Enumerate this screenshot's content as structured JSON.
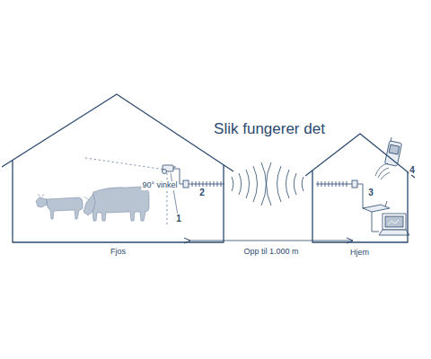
{
  "diagram": {
    "title": "Slik fungerer det",
    "nodes": [
      {
        "text": [
          "Fjos"
        ]
      },
      {
        "text": [
          "Hjem"
        ]
      }
    ],
    "labels": [
      "90° vinkel",
      "1",
      "2",
      "Opp til 1.000 m",
      "3",
      "4"
    ]
  }
}
